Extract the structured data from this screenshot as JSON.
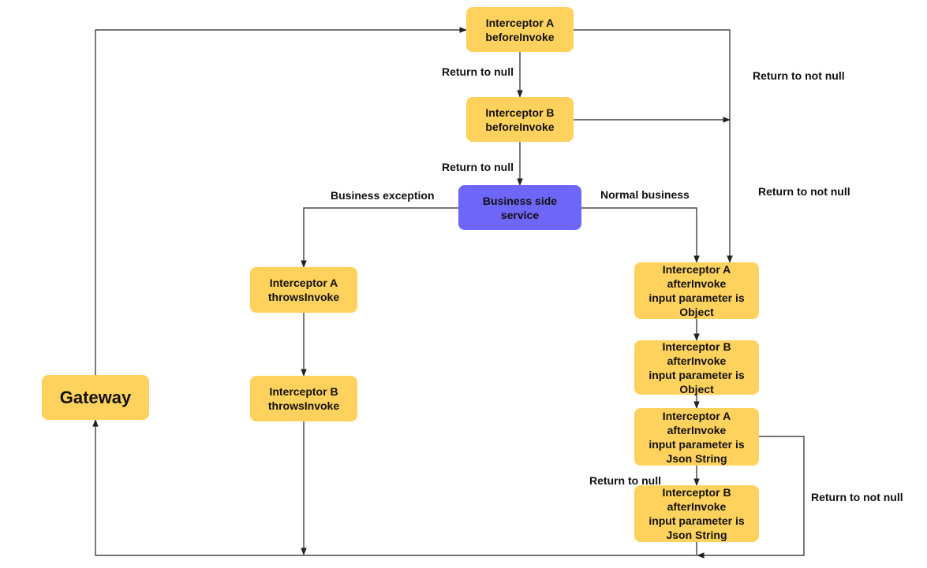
{
  "colors": {
    "node_fill": "#FFD25E",
    "service_fill": "#6E66F7",
    "edge": "#222222",
    "text": "#111111"
  },
  "nodes": {
    "gateway": "Gateway",
    "a_before": "Interceptor A\nbeforeInvoke",
    "b_before": "Interceptor B\nbeforeInvoke",
    "service": "Business side\nservice",
    "a_throws": "Interceptor A\nthrowsInvoke",
    "b_throws": "Interceptor B\nthrowsInvoke",
    "a_after_obj": "Interceptor A\nafterInvoke\ninput parameter is\nObject",
    "b_after_obj": "Interceptor B\nafterInvoke\ninput parameter is\nObject",
    "a_after_json": "Interceptor A\nafterInvoke\ninput parameter is\nJson String",
    "b_after_json": "Interceptor B\nafterInvoke\ninput parameter is\nJson String"
  },
  "edge_labels": {
    "a_null": "Return to null",
    "b_null": "Return to null",
    "a_not_null": "Return to not null",
    "b_not_null": "Return to not null",
    "business_exception": "Business exception",
    "normal_business": "Normal business",
    "json_null": "Return to null",
    "json_not_null": "Return to not null"
  }
}
